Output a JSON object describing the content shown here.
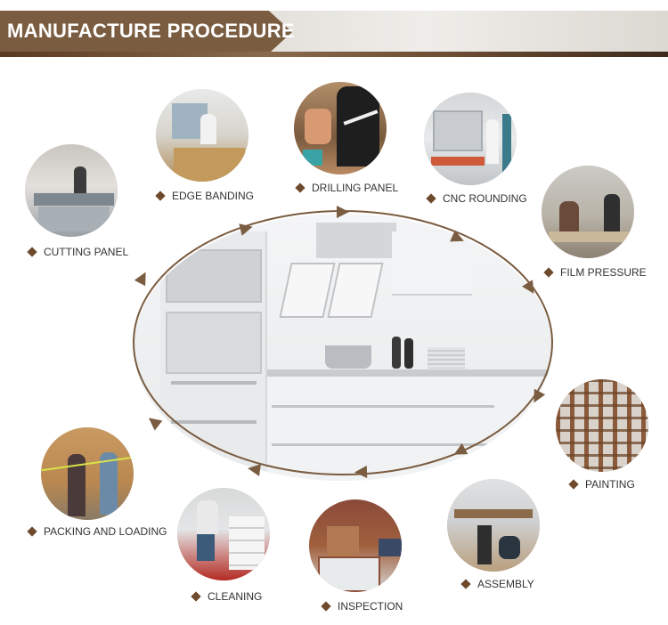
{
  "header": {
    "title": "MANUFACTURE PROCEDURE"
  },
  "steps": [
    {
      "label": "CUTTING PANEL",
      "icon": "cutting-machine"
    },
    {
      "label": "EDGE BANDING",
      "icon": "edge-bander"
    },
    {
      "label": "DRILLING PANEL",
      "icon": "drill-worker"
    },
    {
      "label": "CNC ROUNDING",
      "icon": "cnc-machine"
    },
    {
      "label": "FILM PRESSURE",
      "icon": "press-workshop"
    },
    {
      "label": "PAINTING",
      "icon": "paint-rack"
    },
    {
      "label": "ASSEMBLY",
      "icon": "assembly-floor"
    },
    {
      "label": "INSPECTION",
      "icon": "inspection-panel"
    },
    {
      "label": "CLEANING",
      "icon": "cleaning-drawers"
    },
    {
      "label": "PACKING AND LOADING",
      "icon": "packing-workers"
    }
  ],
  "colors": {
    "brand": "#7a5c40",
    "arrow": "#7a5c40",
    "diamond": "#6e4a2c",
    "text": "#333333"
  }
}
